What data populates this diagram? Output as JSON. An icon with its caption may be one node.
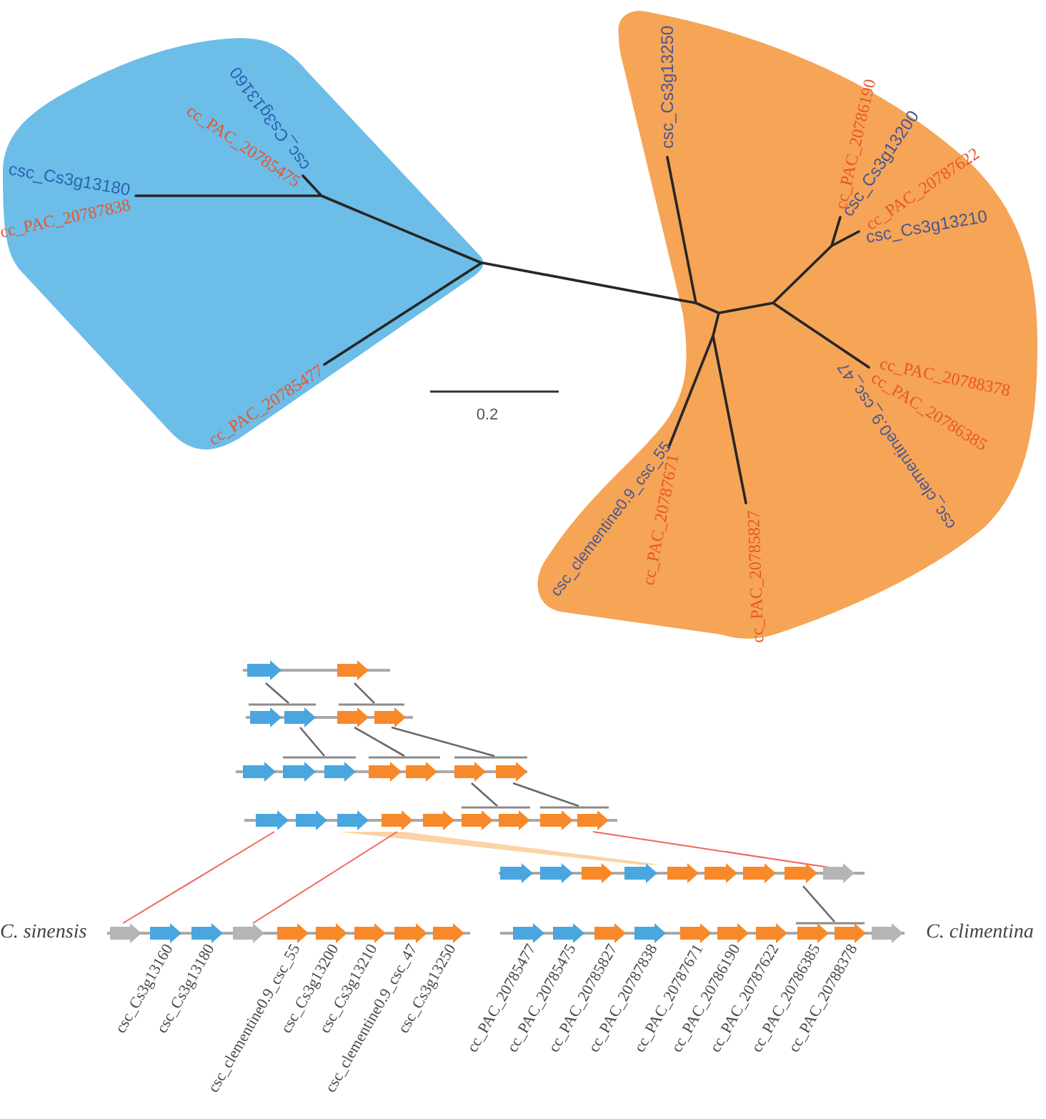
{
  "diagram": {
    "nodes": [
      {
        "text": [
          "csc_Cs3g13160",
          "cc_PAC_20785475",
          "csc_Cs3g13180",
          "cc_PAC_20787838",
          "cc_PAC_20785477"
        ]
      },
      {
        "text": [
          "csc_Cs3g13250",
          "cc_PAC_20786190",
          "csc_Cs3g13200",
          "cc_PAC_20787622",
          "csc_Cs3g13210",
          "cc_PAC_20788378",
          "cc_PAC_20786385",
          "csc_clementine0.9_csc_47",
          "cc_PAC_20785827",
          "cc_PAC_20787671",
          "csc_clementine0.9_csc_55"
        ]
      }
    ],
    "edges": [
      {
        "from": 0,
        "to": 1,
        "arrow": "none"
      }
    ],
    "labels": [
      "0.2",
      "C. sinensis",
      "C. climentina",
      "csc_Cs3g13160",
      "csc_Cs3g13180",
      "csc_clementine0.9_csc_55",
      "csc_Cs3g13200",
      "csc_Cs3g13210",
      "csc_clementine0.9_csc_47",
      "csc_Cs3g13250",
      "cc_PAC_20785477",
      "cc_PAC_20785475",
      "cc_PAC_20785827",
      "cc_PAC_20787838",
      "cc_PAC_20787671",
      "cc_PAC_20786190",
      "cc_PAC_20787622",
      "cc_PAC_20786385",
      "cc_PAC_20788378"
    ]
  }
}
